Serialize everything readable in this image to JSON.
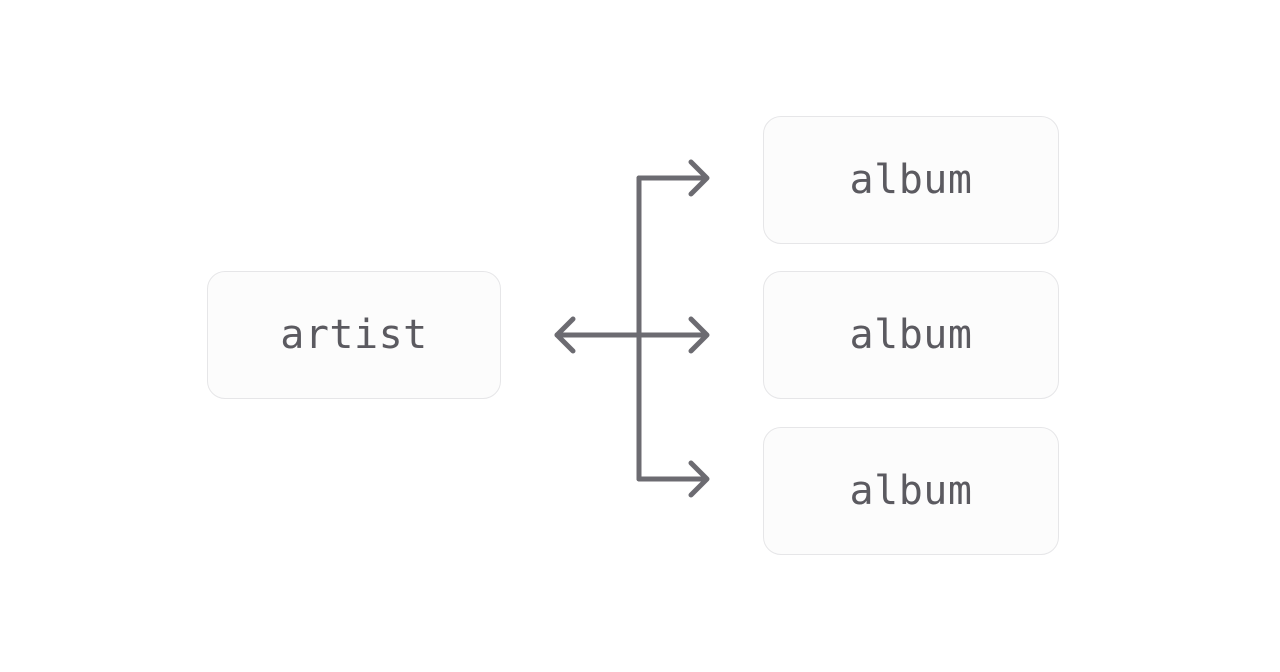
{
  "diagram": {
    "source": {
      "label": "artist"
    },
    "targets": [
      {
        "label": "album"
      },
      {
        "label": "album"
      },
      {
        "label": "album"
      }
    ],
    "colors": {
      "connector": "#6c6b71",
      "node_text": "#5b5a60",
      "node_border": "#e6e6e8",
      "node_fill": "#fcfcfc"
    }
  }
}
